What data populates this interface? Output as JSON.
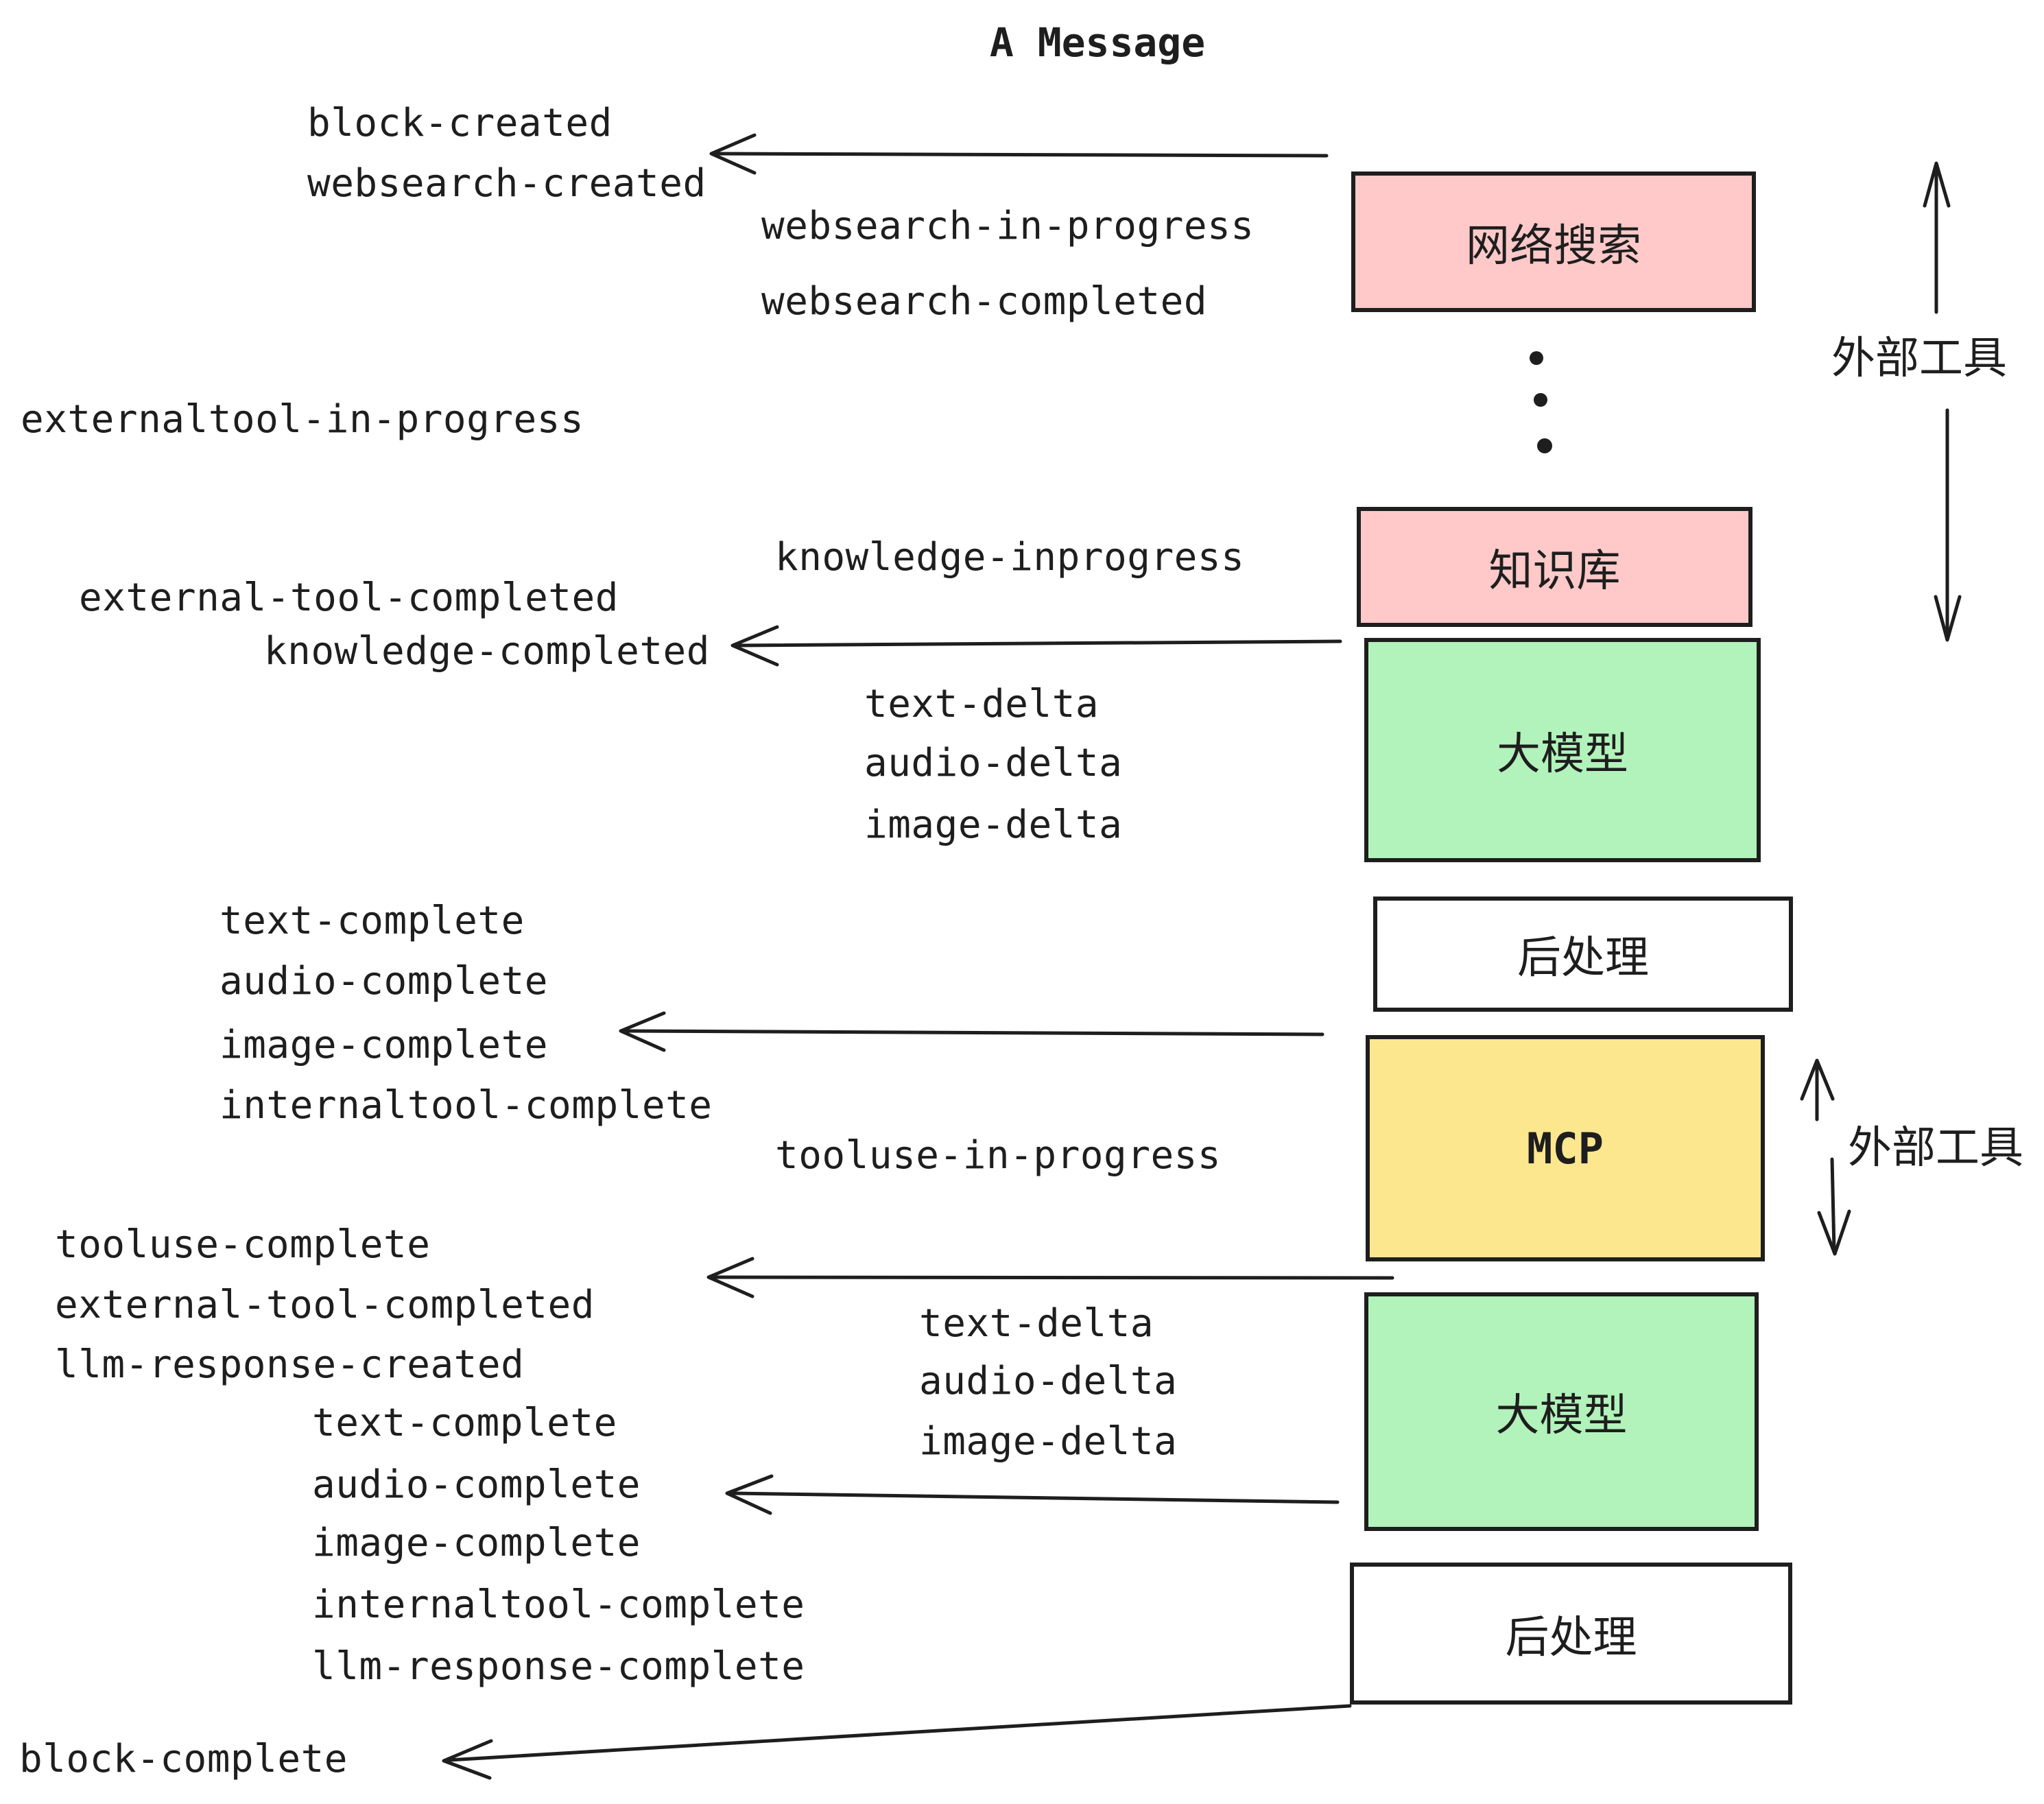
{
  "title": "A Message",
  "colors": {
    "border": "#1e1e1e",
    "text": "#1e1e1e",
    "pink": "#ffc9c9",
    "green": "#b2f2bb",
    "yellow": "#fce78f",
    "white": "#ffffff"
  },
  "boxes": {
    "websearch": "网络搜索",
    "knowledge": "知识库",
    "llm1": "大模型",
    "post1": "后处理",
    "mcp": "MCP",
    "llm2": "大模型",
    "post2": "后处理"
  },
  "side_labels": {
    "external_tools_top": "外部工具",
    "external_tools_mcp": "外部工具"
  },
  "events": {
    "block_created": "block-created",
    "websearch_created": "websearch-created",
    "websearch_in_progress": "websearch-in-progress",
    "websearch_completed": "websearch-completed",
    "externaltool_in_progress": "externaltool-in-progress",
    "knowledge_inprogress": "knowledge-inprogress",
    "external_tool_completed_1": "external-tool-completed",
    "knowledge_completed": "knowledge-completed",
    "text_delta_1": "text-delta",
    "audio_delta_1": "audio-delta",
    "image_delta_1": "image-delta",
    "text_complete_1": "text-complete",
    "audio_complete_1": "audio-complete",
    "image_complete_1": "image-complete",
    "internaltool_complete_1": "internaltool-complete",
    "tooluse_in_progress": "tooluse-in-progress",
    "tooluse_complete": "tooluse-complete",
    "external_tool_completed_2": "external-tool-completed",
    "llm_response_created": "llm-response-created",
    "text_complete_2": "text-complete",
    "audio_complete_2": "audio-complete",
    "image_complete_2": "image-complete",
    "internaltool_complete_2": "internaltool-complete",
    "llm_response_complete": "llm-response-complete",
    "text_delta_2": "text-delta",
    "audio_delta_2": "audio-delta",
    "image_delta_2": "image-delta",
    "block_complete": "block-complete"
  }
}
